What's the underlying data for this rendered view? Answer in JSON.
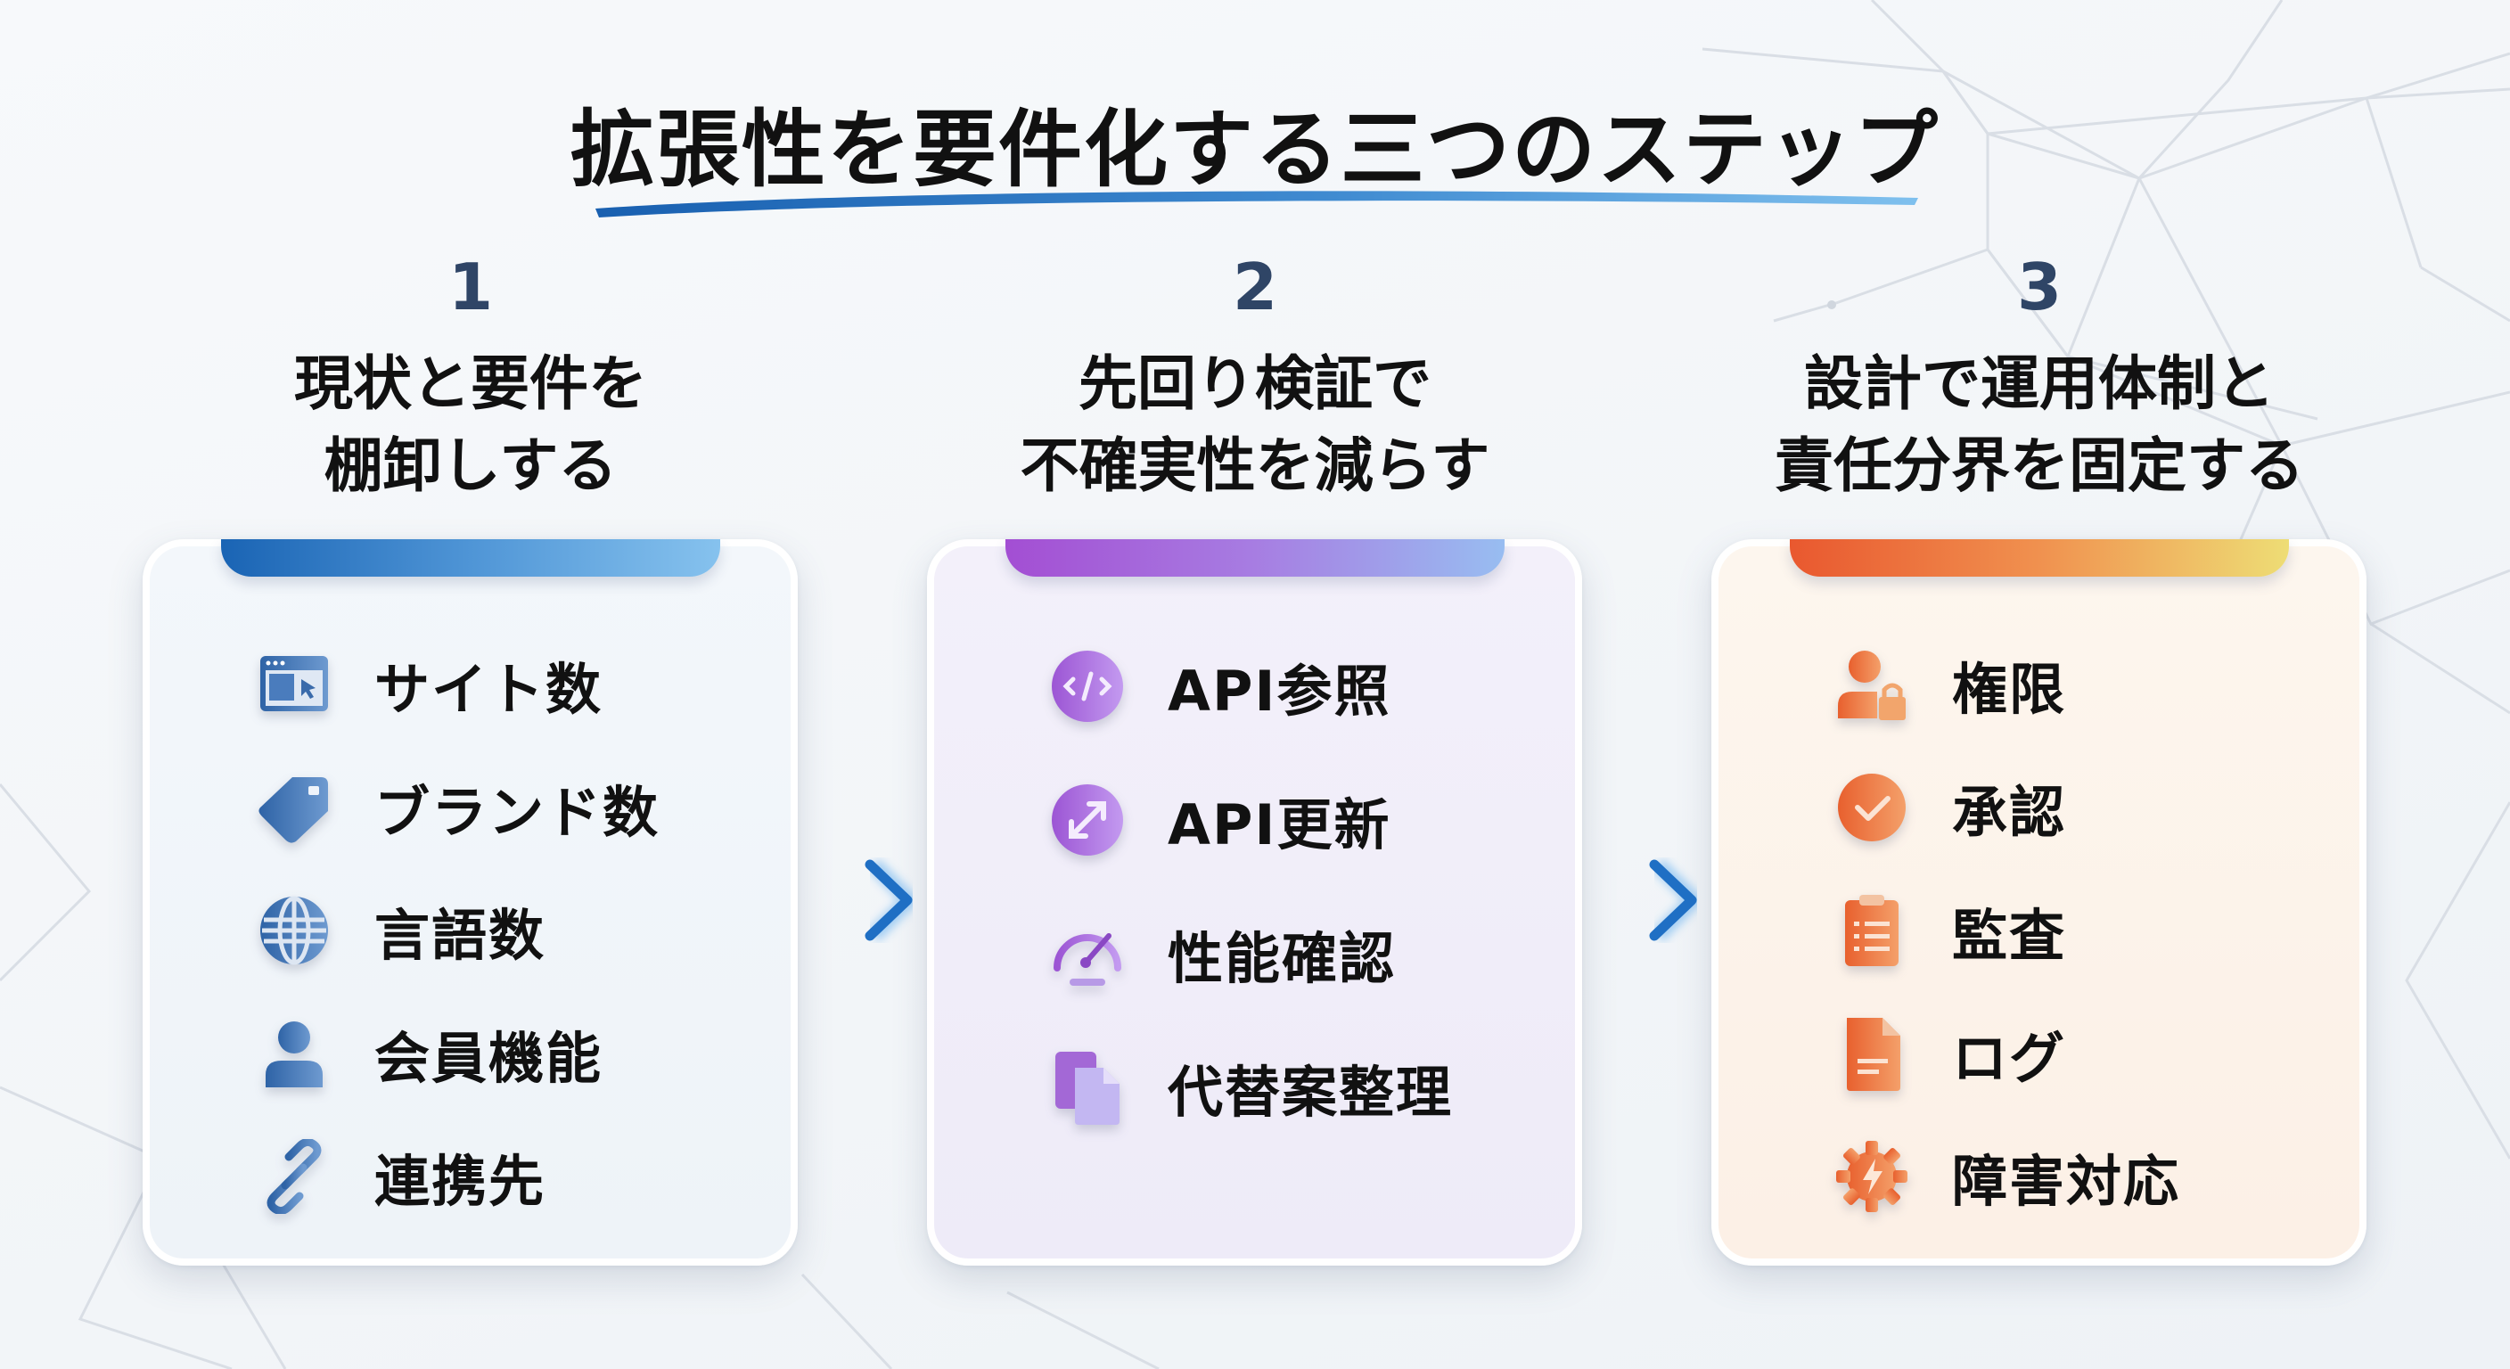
{
  "title": "拡張性を要件化する三つのステップ",
  "colors": {
    "step1_accent": "#1a64b4",
    "step2_accent": "#a34ed3",
    "step3_accent": "#e9582f",
    "arrow": "#1f6fc4",
    "step_number": "#2f4566"
  },
  "steps": [
    {
      "number": "1",
      "heading_line1": "現状と要件を",
      "heading_line2": "棚卸しする",
      "items": [
        {
          "icon": "browser-window-icon",
          "label": "サイト数"
        },
        {
          "icon": "tag-icon",
          "label": "ブランド数"
        },
        {
          "icon": "globe-icon",
          "label": "言語数"
        },
        {
          "icon": "user-icon",
          "label": "会員機能"
        },
        {
          "icon": "link-icon",
          "label": "連携先"
        }
      ]
    },
    {
      "number": "2",
      "heading_line1": "先回り検証で",
      "heading_line2": "不確実性を減らす",
      "items": [
        {
          "icon": "code-icon",
          "label": "API参照"
        },
        {
          "icon": "expand-arrows-icon",
          "label": "API更新"
        },
        {
          "icon": "speedometer-icon",
          "label": "性能確認"
        },
        {
          "icon": "copy-documents-icon",
          "label": "代替案整理"
        }
      ]
    },
    {
      "number": "3",
      "heading_line1": "設計で運用体制と",
      "heading_line2": "責任分界を固定する",
      "items": [
        {
          "icon": "user-lock-icon",
          "label": "権限"
        },
        {
          "icon": "check-circle-icon",
          "label": "承認"
        },
        {
          "icon": "clipboard-list-icon",
          "label": "監査"
        },
        {
          "icon": "document-icon",
          "label": "ログ"
        },
        {
          "icon": "gear-bolt-icon",
          "label": "障害対応"
        }
      ]
    }
  ]
}
